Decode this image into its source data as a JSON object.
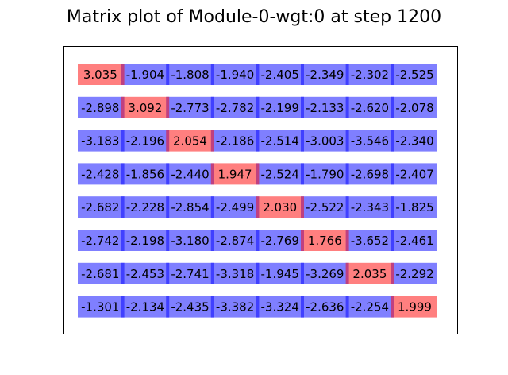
{
  "chart_data": {
    "type": "heatmap",
    "title": "Matrix plot of Module-0-wgt:0 at step 1200",
    "rows": 8,
    "cols": 8,
    "values": [
      [
        "3.035",
        "-1.904",
        "-1.808",
        "-1.940",
        "-2.405",
        "-2.349",
        "-2.302",
        "-2.525"
      ],
      [
        "-2.898",
        "3.092",
        "-2.773",
        "-2.782",
        "-2.199",
        "-2.133",
        "-2.620",
        "-2.078"
      ],
      [
        "-3.183",
        "-2.196",
        "2.054",
        "-2.186",
        "-2.514",
        "-3.003",
        "-3.546",
        "-2.340"
      ],
      [
        "-2.428",
        "-1.856",
        "-2.440",
        "1.947",
        "-2.524",
        "-1.790",
        "-2.698",
        "-2.407"
      ],
      [
        "-2.682",
        "-2.228",
        "-2.854",
        "-2.499",
        "2.030",
        "-2.522",
        "-2.343",
        "-1.825"
      ],
      [
        "-2.742",
        "-2.198",
        "-3.180",
        "-2.874",
        "-2.769",
        "1.766",
        "-3.652",
        "-2.461"
      ],
      [
        "-2.681",
        "-2.453",
        "-2.741",
        "-3.318",
        "-1.945",
        "-3.269",
        "2.035",
        "-2.292"
      ],
      [
        "-1.301",
        "-2.134",
        "-2.435",
        "-3.382",
        "-3.324",
        "-2.636",
        "-2.254",
        "1.999"
      ]
    ],
    "grid": false,
    "axes_ticks": false,
    "colors": {
      "positive": "#ff7f7f",
      "negative": "#7f7fff",
      "boundary_blue": "#4040ff",
      "boundary_mixed": "#bf4080"
    }
  }
}
